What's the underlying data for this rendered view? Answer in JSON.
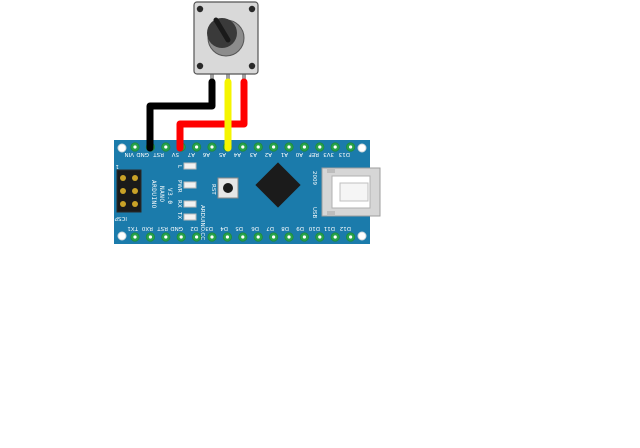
{
  "board": {
    "name_lines": [
      "ARDUINO",
      "NANO",
      "V3.0"
    ],
    "website": "ARDUINO.CC",
    "usb_label": "USB",
    "chip_label": "2009",
    "rst_button_label": "RST",
    "icsp_label": "ICSP",
    "icsp_pin1": "1",
    "led_labels": [
      "L",
      "PWR",
      "RX",
      "TX"
    ],
    "top_pins": [
      "VIN",
      "GND",
      "RST",
      "5V",
      "A7",
      "A6",
      "A5",
      "A4",
      "A3",
      "A2",
      "A1",
      "A0",
      "REF",
      "3V3",
      "D13"
    ],
    "bottom_pins": [
      "TX1",
      "RX0",
      "RST",
      "GND",
      "D2",
      "D3",
      "D4",
      "D5",
      "D6",
      "D7",
      "D8",
      "D9",
      "D10",
      "D11",
      "D12"
    ],
    "colors": {
      "pcb": "#1b7bab",
      "pin_pad": "#27a34a",
      "chip": "#1b1b1b",
      "usb": "#d6d6d6"
    }
  },
  "potentiometer": {
    "pins": [
      "left",
      "wiper",
      "right"
    ],
    "colors": {
      "body": "#d9d9d9",
      "knob": "#3a3a3a",
      "shaft": "#8c8c8c"
    }
  },
  "wires": [
    {
      "color_name": "black",
      "color": "#000000",
      "from": "pot.left",
      "to": "GND"
    },
    {
      "color_name": "yellow",
      "color": "#f5f500",
      "from": "pot.wiper",
      "to": "A5"
    },
    {
      "color_name": "red",
      "color": "#ff0000",
      "from": "pot.right",
      "to": "5V"
    }
  ]
}
